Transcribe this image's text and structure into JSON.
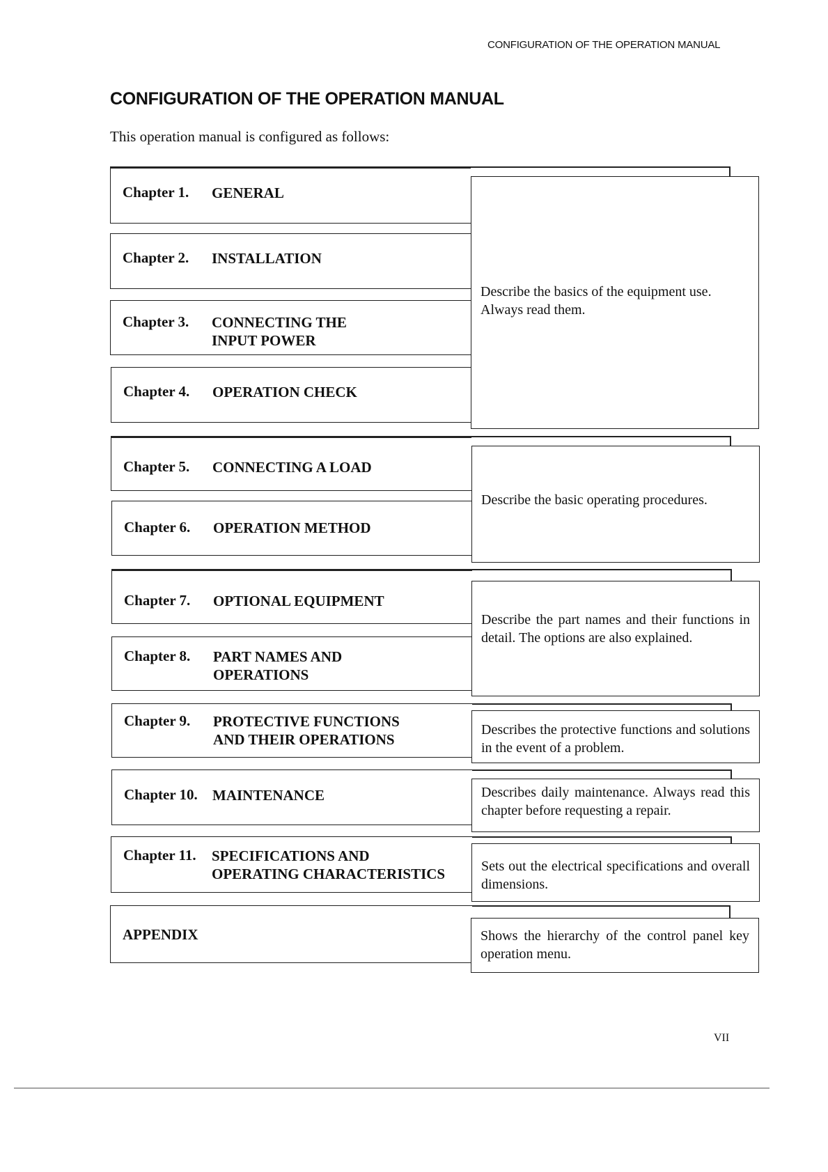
{
  "header": {
    "running_title": "CONFIGURATION OF THE OPERATION MANUAL"
  },
  "page_title": "CONFIGURATION OF THE OPERATION MANUAL",
  "intro": "This operation manual is configured as follows:",
  "chapters": [
    {
      "number": "Chapter 1.",
      "title": "GENERAL"
    },
    {
      "number": "Chapter 2.",
      "title": "INSTALLATION"
    },
    {
      "number": "Chapter 3.",
      "title": "CONNECTING THE\nINPUT POWER"
    },
    {
      "number": "Chapter 4.",
      "title": "OPERATION CHECK"
    },
    {
      "number": "Chapter 5.",
      "title": "CONNECTING A LOAD"
    },
    {
      "number": "Chapter 6.",
      "title": "OPERATION METHOD"
    },
    {
      "number": "Chapter 7.",
      "title": "OPTIONAL EQUIPMENT"
    },
    {
      "number": "Chapter 8.",
      "title": "PART NAMES AND\nOPERATIONS"
    },
    {
      "number": "Chapter 9.",
      "title": "PROTECTIVE FUNCTIONS\nAND THEIR OPERATIONS"
    },
    {
      "number": "Chapter 10.",
      "title": "MAINTENANCE"
    },
    {
      "number": "Chapter 11.",
      "title": "SPECIFICATIONS AND\nOPERATING CHARACTERISTICS"
    },
    {
      "number": "",
      "title": "APPENDIX"
    }
  ],
  "descriptions": [
    "Describe the basics of the equipment use.\nAlways read them.",
    "Describe the basic operating procedures.",
    "Describe the part names and their functions in detail.  The options are also explained.",
    "Describes the protective functions and solutions in the event of a problem.",
    "Describes daily maintenance.  Always read this chapter before requesting a repair.",
    "Sets out the electrical specifications and overall dimensions.",
    "Shows the hierarchy of the control panel key operation menu."
  ],
  "page_number": "VII"
}
